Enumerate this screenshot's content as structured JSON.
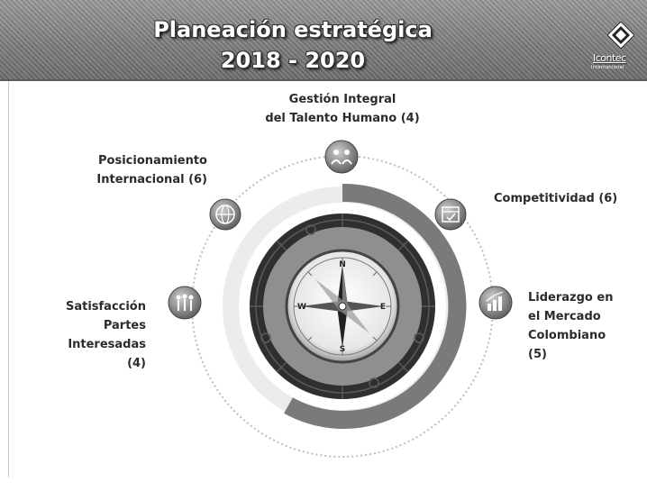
{
  "header": {
    "title_line1": "Planeación estratégica",
    "title_line2": "2018 - 2020",
    "logo_text": "Icontec",
    "logo_subtext": "Internacional"
  },
  "objectives": {
    "talent": [
      "Gestión Integral",
      "del Talento Humano (4)"
    ],
    "international": [
      "Posicionamiento",
      "Internacional (6)"
    ],
    "competitiveness": [
      "Competitividad (6)"
    ],
    "satisfaction": [
      "Satisfacción",
      "Partes",
      "Interesadas",
      "(4)"
    ],
    "leadership": [
      "Liderazgo en",
      "el Mercado",
      "Colombiano",
      "(5)"
    ]
  },
  "compass_letters": [
    "N",
    "E",
    "S",
    "W"
  ],
  "colors": {
    "header": "#808080",
    "text": "#2b2b2b",
    "ring_dark": "#2f2f2f",
    "arc": "#7a7a7a"
  }
}
